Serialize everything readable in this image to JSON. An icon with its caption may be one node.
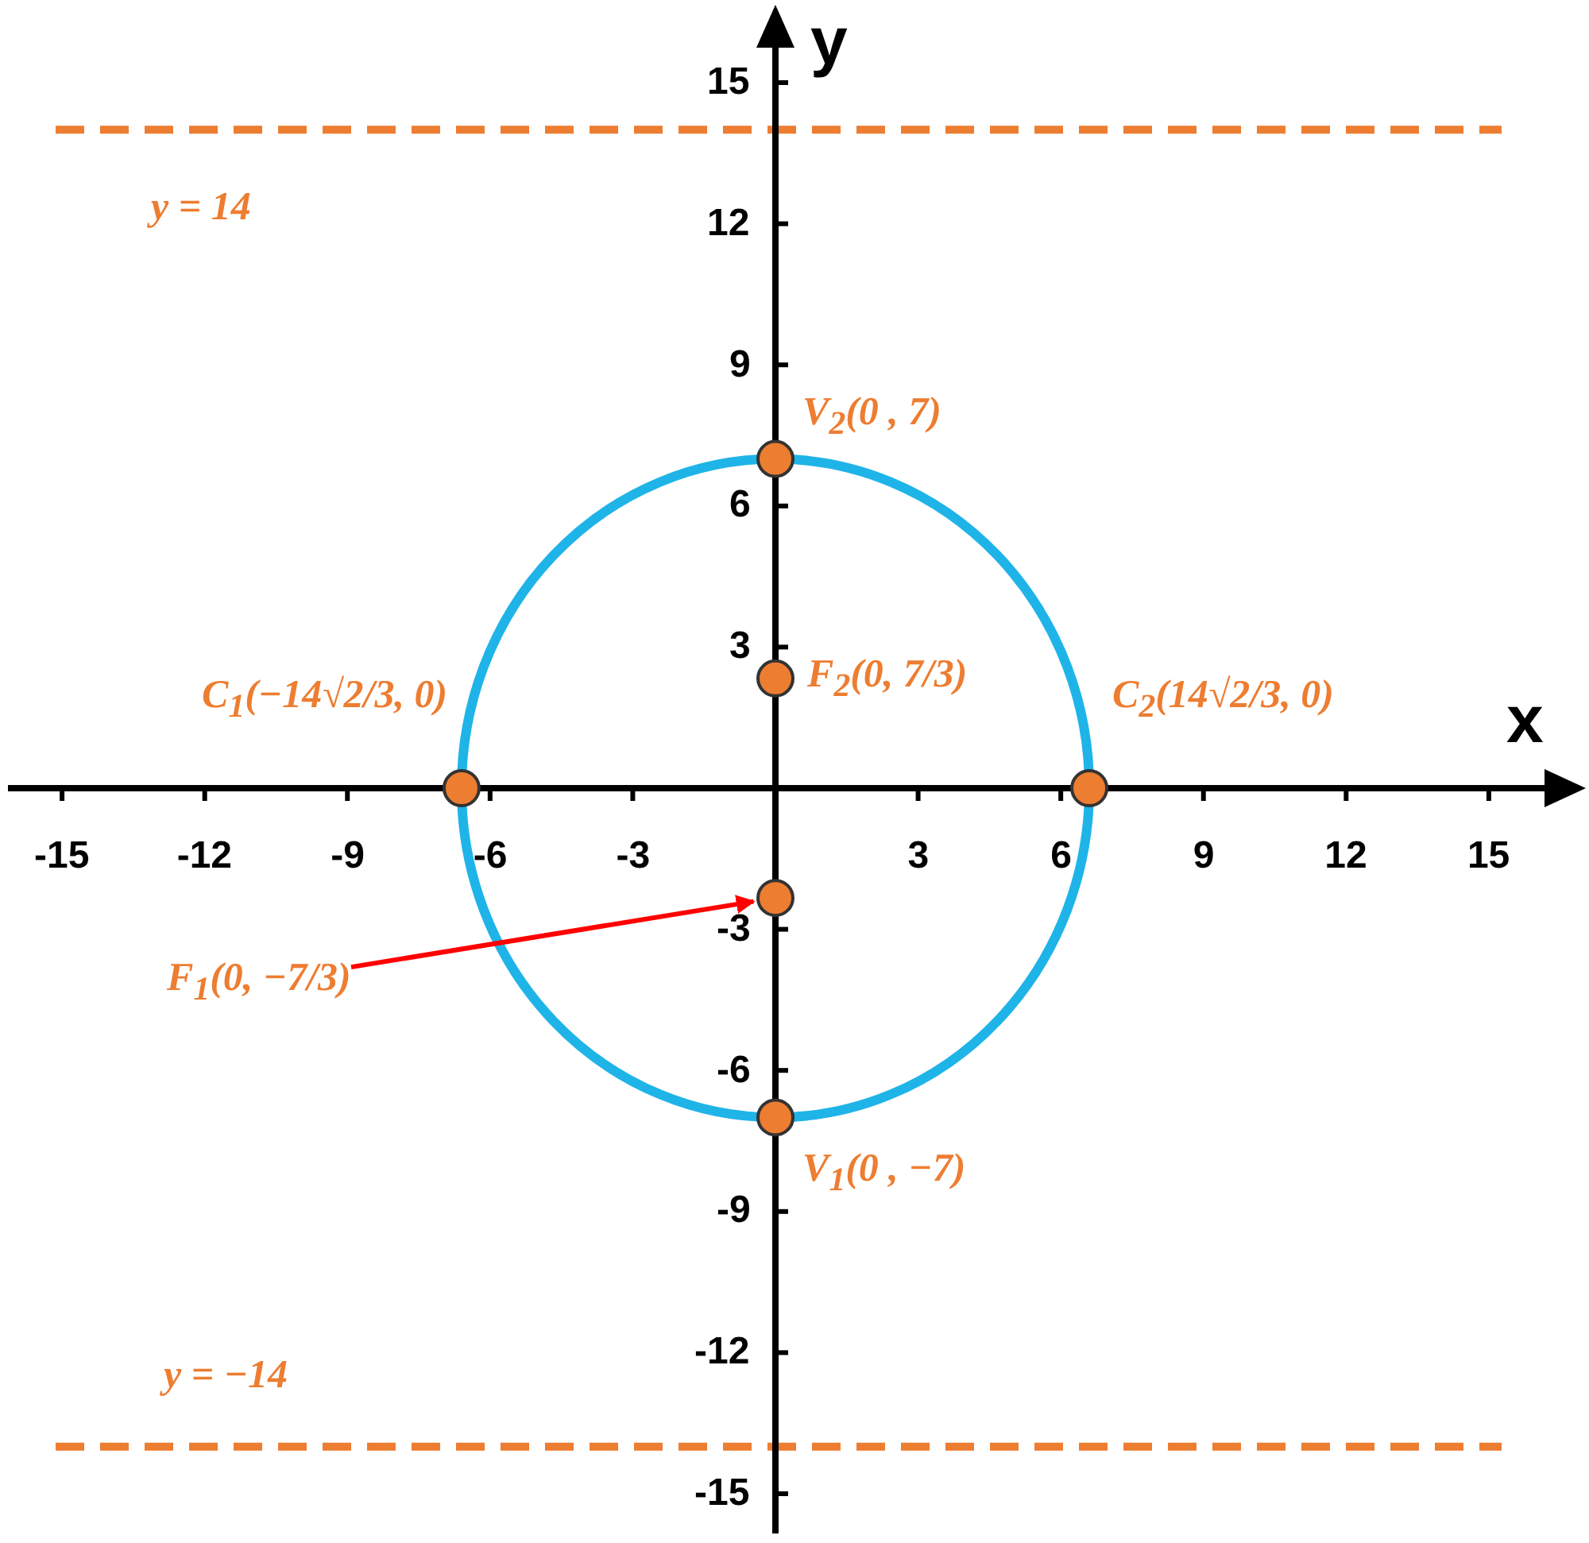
{
  "diagram": {
    "nodes": [
      {
        "text": [
          "F$_{1}$(0, −7/3)"
        ]
      },
      {
        "text": [],
        "shape": "circle"
      },
      {
        "text": [],
        "shape": "circle"
      },
      {
        "text": [],
        "shape": "circle"
      },
      {
        "text": [],
        "shape": "circle"
      },
      {
        "text": [],
        "shape": "circle"
      },
      {
        "text": [],
        "shape": "circle"
      }
    ],
    "edges": [
      {
        "from": 0,
        "to": 5,
        "arrow": "to",
        "color": "#ff0000"
      }
    ],
    "labels": [
      "x",
      "y",
      "-15",
      "-12",
      "-9",
      "-6",
      "-3",
      "3",
      "6",
      "9",
      "12",
      "15",
      "15",
      "12",
      "9",
      "6",
      "3",
      "-3",
      "-6",
      "-9",
      "-12",
      "-15",
      "y = 14",
      "y = −14",
      "V$_{2}$(0 , 7)",
      "F$_{2}$(0, 7/3)",
      "C$_{1}$(−14√2/3, 0)",
      "C$_{2}$(14√2/3, 0)",
      "V$_{1}$(0 , −7)"
    ]
  }
}
